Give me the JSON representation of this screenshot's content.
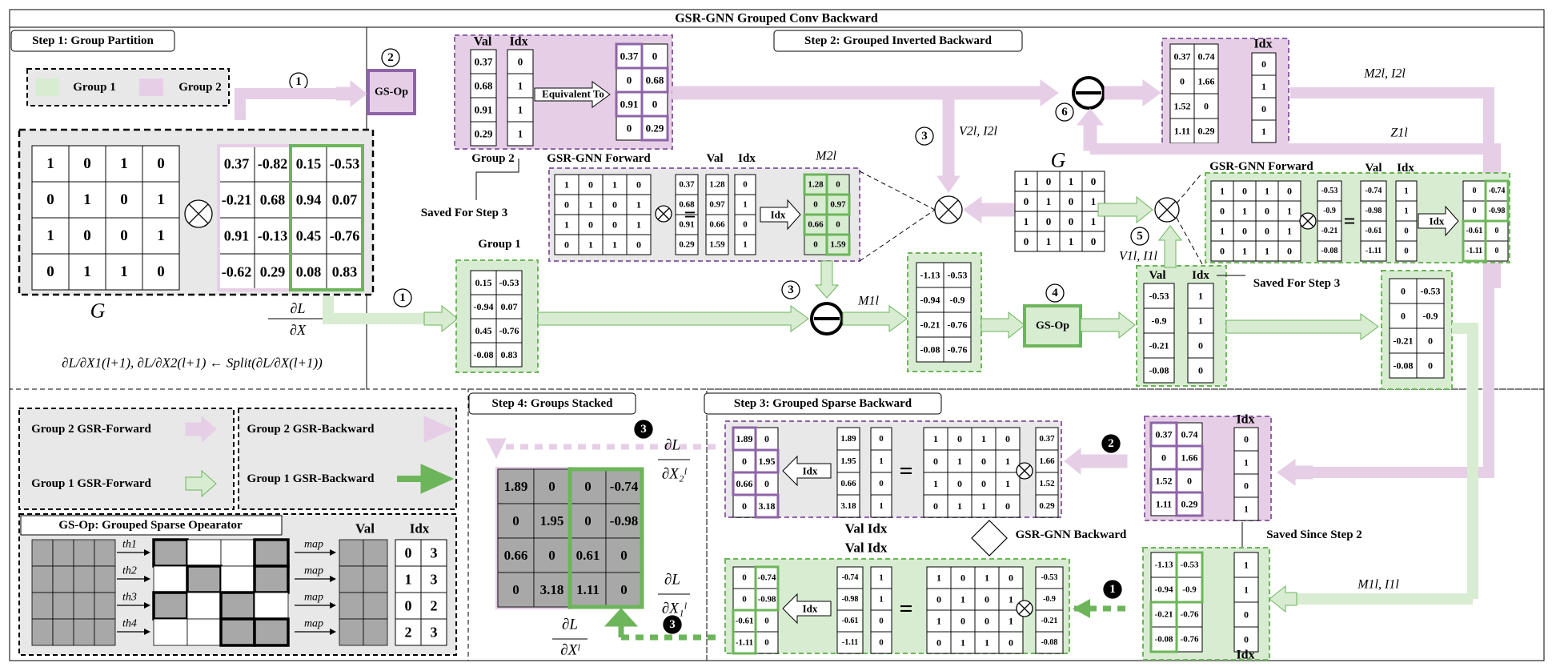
{
  "title": "GSR-GNN Grouped Conv Backward",
  "steps": {
    "s1": "Step 1: Group Partition",
    "s2": "Step 2: Grouped Inverted Backward",
    "s3": "Step 3: Grouped Sparse Backward",
    "s4": "Step 4: Groups Stacked"
  },
  "legend": {
    "group1": "Group 1",
    "group2": "Group 2"
  },
  "G_matrix": [
    [
      "1",
      "0",
      "1",
      "0"
    ],
    [
      "0",
      "1",
      "0",
      "1"
    ],
    [
      "1",
      "0",
      "0",
      "1"
    ],
    [
      "0",
      "1",
      "1",
      "0"
    ]
  ],
  "X_matrix": [
    [
      "0.37",
      "-0.82",
      "0.15",
      "-0.53"
    ],
    [
      "-0.21",
      "0.68",
      "0.94",
      "0.07"
    ],
    [
      "0.91",
      "-0.13",
      "0.45",
      "-0.76"
    ],
    [
      "-0.62",
      "0.29",
      "0.08",
      "0.83"
    ]
  ],
  "group2_val": [
    "0.37",
    "0.68",
    "0.91",
    "0.29"
  ],
  "group2_idx": [
    "0",
    "1",
    "1",
    "1"
  ],
  "group2_equiv": [
    [
      "0.37",
      "0"
    ],
    [
      "0",
      "0.68"
    ],
    [
      "0.91",
      "0"
    ],
    [
      "0",
      "0.29"
    ]
  ],
  "group1_mat": [
    [
      "0.15",
      "-0.53"
    ],
    [
      "-0.94",
      "0.07"
    ],
    [
      "0.45",
      "-0.76"
    ],
    [
      "-0.08",
      "0.83"
    ]
  ],
  "fwd2_vec": [
    "0.37",
    "0.68",
    "0.91",
    "0.29"
  ],
  "fwd2_val": [
    "1.28",
    "0.97",
    "0.66",
    "1.59"
  ],
  "fwd2_idx": [
    "0",
    "1",
    "0",
    "1"
  ],
  "fwd2_M": [
    [
      "1.28",
      "0"
    ],
    [
      "0",
      "0.97"
    ],
    [
      "0.66",
      "0"
    ],
    [
      "0",
      "1.59"
    ]
  ],
  "m1_mat": [
    [
      "-1.13",
      "-0.53"
    ],
    [
      "-0.94",
      "-0.9"
    ],
    [
      "-0.21",
      "-0.76"
    ],
    [
      "-0.08",
      "-0.76"
    ]
  ],
  "gsop_val": [
    "-0.53",
    "-0.9",
    "-0.21",
    "-0.08"
  ],
  "gsop_idx": [
    "1",
    "1",
    "0",
    "0"
  ],
  "step2_out1": [
    [
      "0",
      "-0.53"
    ],
    [
      "0",
      "-0.9"
    ],
    [
      "-0.21",
      "0"
    ],
    [
      "-0.08",
      "0"
    ]
  ],
  "top_right_mat": [
    [
      "0.37",
      "0.74"
    ],
    [
      "0",
      "1.66"
    ],
    [
      "1.52",
      "0"
    ],
    [
      "1.11",
      "0.29"
    ]
  ],
  "top_right_idx": [
    "0",
    "1",
    "0",
    "1"
  ],
  "fwd1_vec": [
    "-0.53",
    "-0.9",
    "-0.21",
    "-0.08"
  ],
  "fwd1_val": [
    "-0.74",
    "-0.98",
    "-0.61",
    "-1.11"
  ],
  "fwd1_idx": [
    "1",
    "1",
    "0",
    "0"
  ],
  "fwd1_out": [
    [
      "0",
      "-0.74"
    ],
    [
      "0",
      "-0.98"
    ],
    [
      "-0.61",
      "0"
    ],
    [
      "-1.11",
      "0"
    ]
  ],
  "s3_g2_in": [
    [
      "0.37",
      "0.74"
    ],
    [
      "0",
      "1.66"
    ],
    [
      "1.52",
      "0"
    ],
    [
      "1.11",
      "0.29"
    ]
  ],
  "s3_g2_idx": [
    "0",
    "1",
    "0",
    "1"
  ],
  "s3_g2_vec": [
    "0.37",
    "1.66",
    "1.52",
    "0.29"
  ],
  "s3_g2_val": [
    "1.89",
    "1.95",
    "0.66",
    "3.18"
  ],
  "s3_g2_idx2": [
    "0",
    "1",
    "0",
    "1"
  ],
  "s3_g2_out": [
    [
      "1.89",
      "0"
    ],
    [
      "0",
      "1.95"
    ],
    [
      "0.66",
      "0"
    ],
    [
      "0",
      "3.18"
    ]
  ],
  "s3_g1_in": [
    [
      "-1.13",
      "-0.53"
    ],
    [
      "-0.94",
      "-0.9"
    ],
    [
      "-0.21",
      "-0.76"
    ],
    [
      "-0.08",
      "-0.76"
    ]
  ],
  "s3_g1_idx": [
    "1",
    "1",
    "0",
    "0"
  ],
  "s3_g1_vec": [
    "-0.53",
    "-0.9",
    "-0.21",
    "-0.08"
  ],
  "s3_g1_val": [
    "-0.74",
    "-0.98",
    "-0.61",
    "-1.11"
  ],
  "s3_g1_idx2": [
    "1",
    "1",
    "0",
    "0"
  ],
  "s3_g1_out": [
    [
      "0",
      "-0.74"
    ],
    [
      "0",
      "-0.98"
    ],
    [
      "-0.61",
      "0"
    ],
    [
      "-1.11",
      "0"
    ]
  ],
  "stacked": [
    [
      "1.89",
      "0",
      "0",
      "-0.74"
    ],
    [
      "0",
      "1.95",
      "0",
      "-0.98"
    ],
    [
      "0.66",
      "0",
      "0.61",
      "0"
    ],
    [
      "0",
      "3.18",
      "1.11",
      "0"
    ]
  ],
  "gs_val_idx": [
    [
      "0",
      "3"
    ],
    [
      "1",
      "3"
    ],
    [
      "0",
      "2"
    ],
    [
      "2",
      "3"
    ]
  ],
  "labels": {
    "val": "Val",
    "idx": "Idx",
    "G": "G",
    "gsop": "GS-Op",
    "equivalent_to": "Equivalent To",
    "group2_label": "Group 2",
    "group1_label": "Group 1",
    "saved_step3": "Saved For Step 3",
    "saved_step3_b": "Saved For Step 3",
    "saved_since_step2": "Saved Since Step 2",
    "gsr_fwd": "GSR-GNN Forward",
    "gsr_fwd_b": "GSR-GNN Forward",
    "gsr_bwd": "GSR-GNN Backward",
    "g2_fwd": "Group 2 GSR-Forward",
    "g2_bwd": "Group 2 GSR-Backward",
    "g1_fwd": "Group 1 GSR-Forward",
    "g1_bwd": "Group 1 GSR-Backward",
    "gsop_title": "GS-Op: Grouped Sparse Opearator",
    "th1": "th1",
    "th2": "th2",
    "th3": "th3",
    "th4": "th4",
    "map": "map",
    "split_lhs": "∂L/∂X1(l+1), ∂L/∂X2(l+1)",
    "split_rhs": "← Split(∂L/∂X(l+1))",
    "dLdX": "∂L",
    "M2": "M2l",
    "M1": "M1l",
    "V2I2": "V2l, I2l",
    "V1I1": "V1l, I1l",
    "M2I2": "M2l, I2l",
    "M1I1": "M1l, I1l",
    "Z1": "Z1l",
    "n1": "1",
    "n2": "2",
    "n3": "3",
    "n4": "4",
    "n5": "5",
    "n6": "6"
  },
  "colors": {
    "green_fill": "#d8ecd2",
    "green_stroke": "#6db55a",
    "purple_fill": "#e6cfe6",
    "purple_stroke": "#8e64a8",
    "gray_fill": "#e8e8e8",
    "cell_gray": "#a8a8a8"
  }
}
